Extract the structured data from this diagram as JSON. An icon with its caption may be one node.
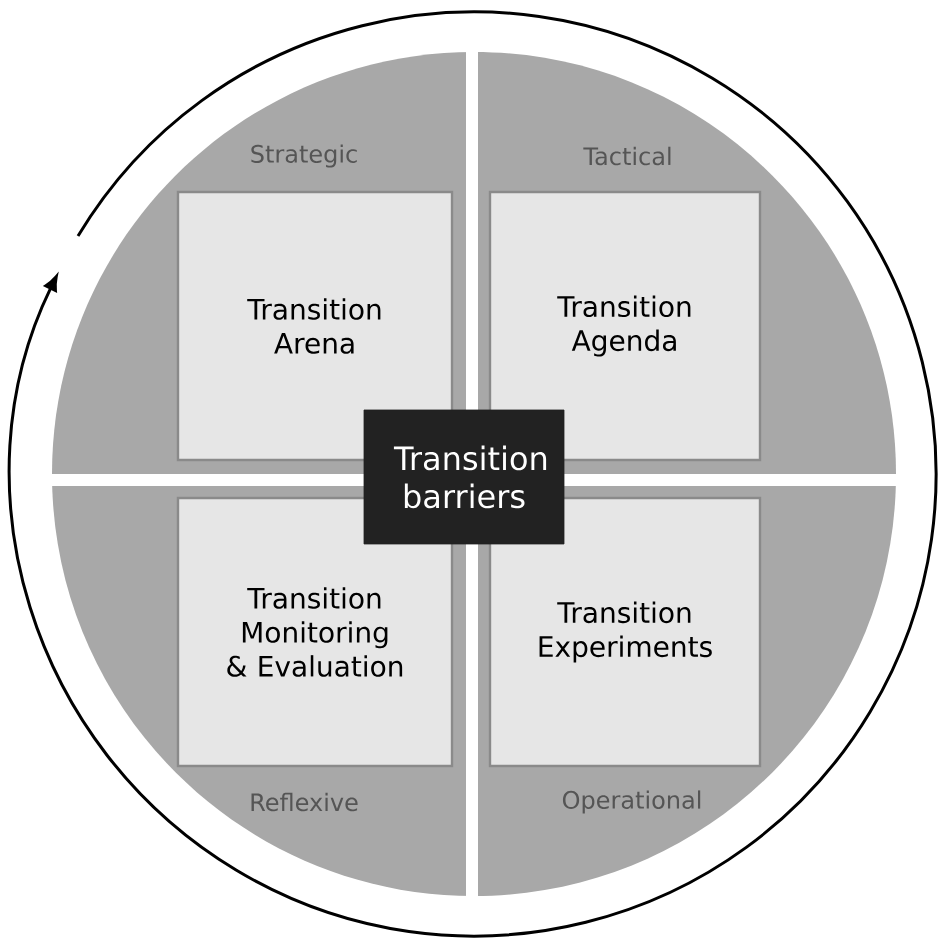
{
  "diagram": {
    "nodes": [
      {
        "text": [
          "Transition Arena"
        ]
      },
      {
        "text": [
          "Transition Agenda"
        ]
      },
      {
        "text": [
          "Transition barriers"
        ]
      },
      {
        "text": [
          "Transition Monitoring & Evaluation"
        ]
      },
      {
        "text": [
          "Transition Experiments"
        ]
      }
    ],
    "labels": [
      "Strategic",
      "Tactical",
      "Reflexive",
      "Operational"
    ]
  }
}
